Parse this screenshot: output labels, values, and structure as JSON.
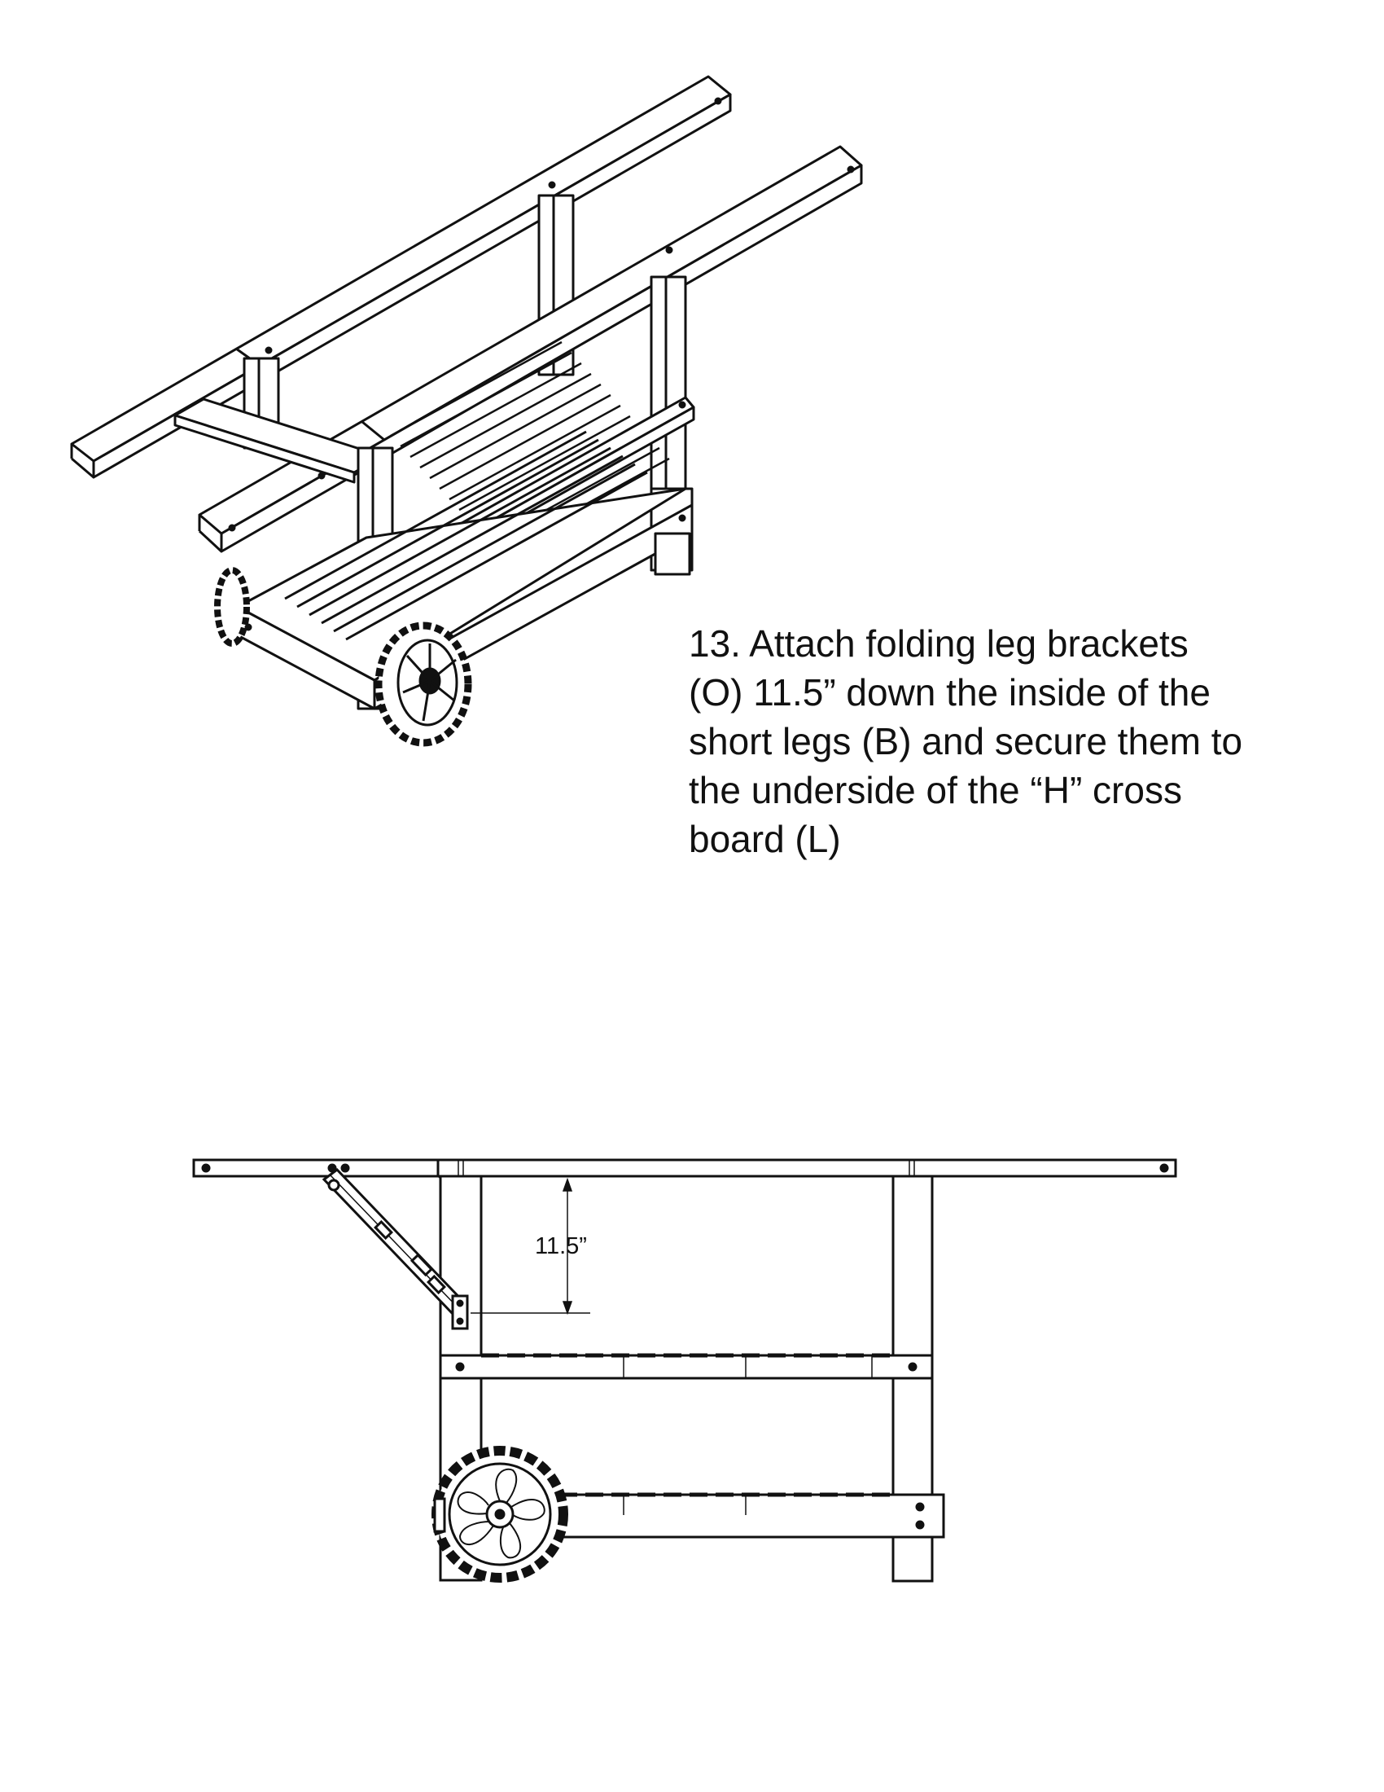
{
  "step": {
    "lines": [
      "13. Attach folding leg brackets",
      "(O) 11.5” down the inside of the",
      "short legs (B) and secure them to",
      "the underside of the “H” cross",
      "board (L)"
    ]
  },
  "side_view": {
    "dimension_label": "11.5”"
  },
  "colors": {
    "line": "#111111",
    "paper": "#ffffff"
  }
}
